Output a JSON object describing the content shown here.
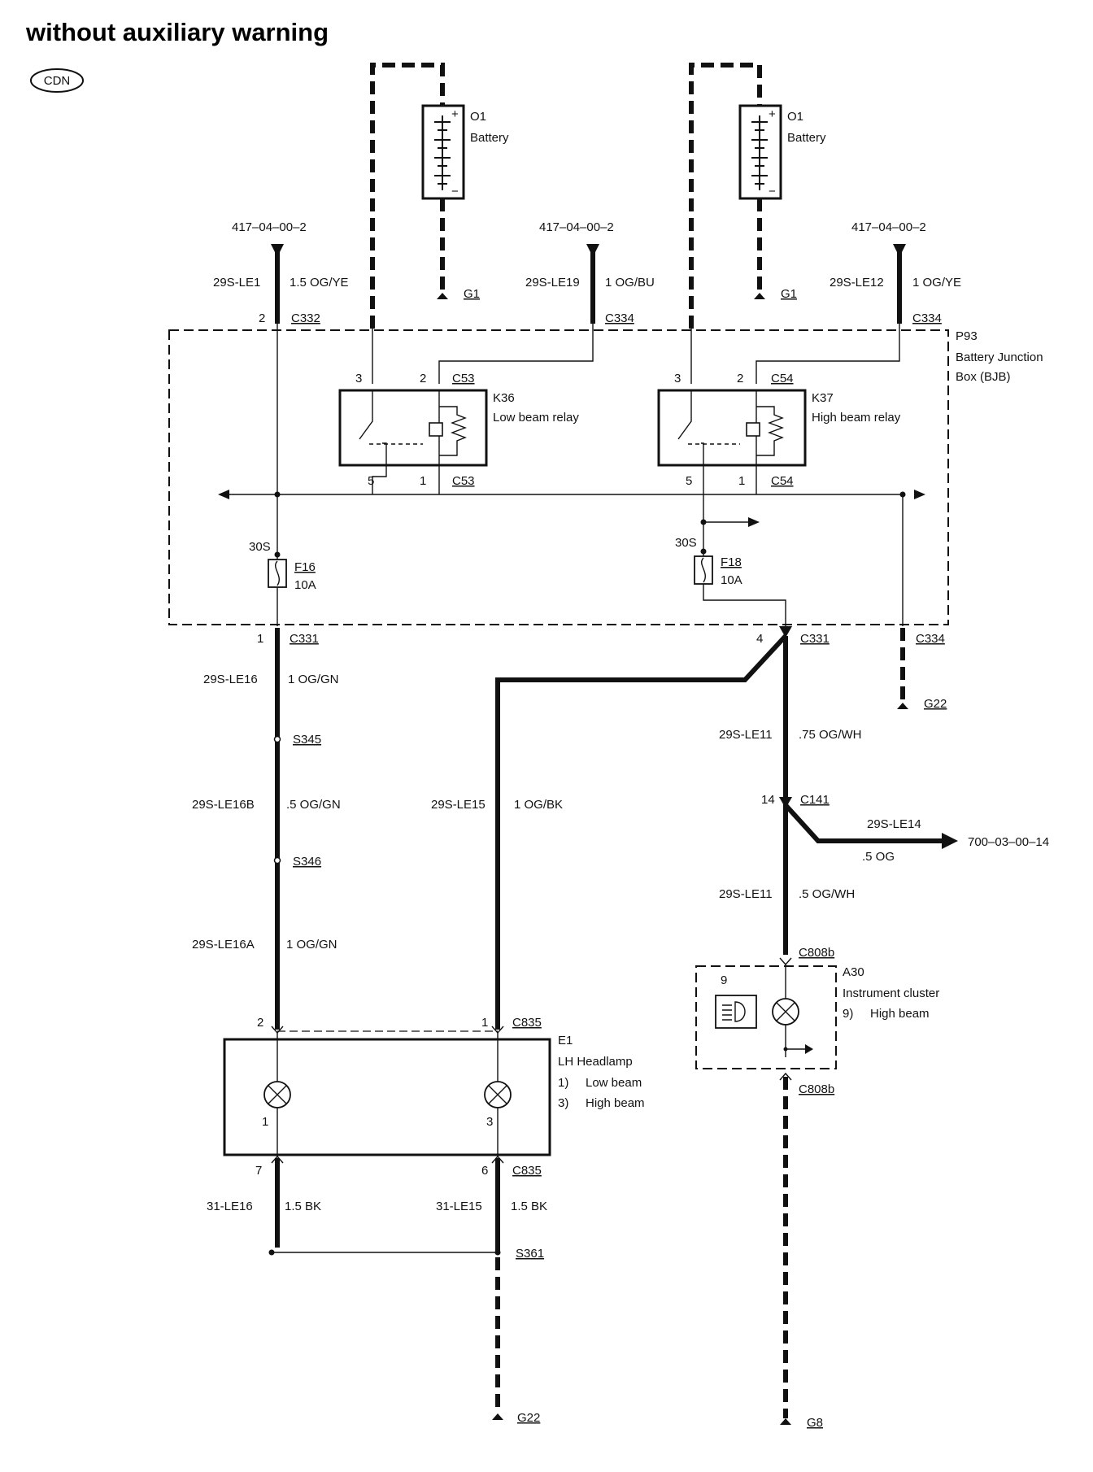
{
  "title": "without auxiliary warning",
  "badge": "CDN",
  "batteries": [
    {
      "ref": "O1",
      "name": "Battery",
      "ground": "G1"
    },
    {
      "ref": "O1",
      "name": "Battery",
      "ground": "G1"
    }
  ],
  "inputs": [
    {
      "ref": "417–04–00–2",
      "circuit": "29S-LE1",
      "wire": "1.5 OG/YE",
      "pin": "2",
      "connector": "C332"
    },
    {
      "ref": "417–04–00–2",
      "circuit": "29S-LE19",
      "wire": "1 OG/BU",
      "connector": "C334"
    },
    {
      "ref": "417–04–00–2",
      "circuit": "29S-LE12",
      "wire": "1 OG/YE",
      "connector": "C334"
    }
  ],
  "bjb": {
    "ref": "P93",
    "name_line1": "Battery Junction",
    "name_line2": "Box (BJB)"
  },
  "relays": [
    {
      "ref": "K36",
      "name": "Low beam relay",
      "connector": "C53",
      "pin_a": "3",
      "pin_b": "2",
      "pin_c": "5",
      "pin_d": "1"
    },
    {
      "ref": "K37",
      "name": "High beam relay",
      "connector": "C54",
      "pin_a": "3",
      "pin_b": "2",
      "pin_c": "5",
      "pin_d": "1"
    }
  ],
  "fuses": [
    {
      "ref": "F16",
      "rating": "10A",
      "node": "30S"
    },
    {
      "ref": "F18",
      "rating": "10A",
      "node": "30S"
    }
  ],
  "bjb_outputs": [
    {
      "pin": "1",
      "connector": "C331"
    },
    {
      "pin": "4",
      "connector": "C331"
    },
    {
      "connector": "C334",
      "ground": "G22"
    }
  ],
  "left_wires": [
    {
      "circuit": "29S-LE16",
      "wire": "1 OG/GN"
    },
    {
      "splice": "S345"
    },
    {
      "circuit": "29S-LE16B",
      "wire": ".5 OG/GN"
    },
    {
      "splice": "S346"
    },
    {
      "circuit": "29S-LE16A",
      "wire": "1 OG/GN"
    }
  ],
  "middle_wire": {
    "circuit": "29S-LE15",
    "wire": "1 OG/BK"
  },
  "right_wires": [
    {
      "circuit": "29S-LE11",
      "wire": ".75 OG/WH"
    },
    {
      "pin": "14",
      "connector": "C141"
    },
    {
      "circuit": "29S-LE14",
      "wire": ".5 OG",
      "ref": "700–03–00–14"
    },
    {
      "circuit": "29S-LE11",
      "wire": ".5 OG/WH"
    }
  ],
  "headlamp": {
    "ref": "E1",
    "name": "LH Headlamp",
    "item1_num": "1)",
    "item1": "Low beam",
    "item2_num": "3)",
    "item2": "High beam",
    "pin_top_left": "2",
    "pin_top_right": "1",
    "connector_top": "C835",
    "bulb_left": "1",
    "bulb_right": "3",
    "pin_bot_left": "7",
    "pin_bot_right": "6",
    "connector_bot": "C835"
  },
  "ground_wires": [
    {
      "circuit": "31-LE16",
      "wire": "1.5 BK"
    },
    {
      "circuit": "31-LE15",
      "wire": "1.5 BK"
    }
  ],
  "ground_splice": "S361",
  "grounds": {
    "left": "G22",
    "right": "G8"
  },
  "cluster": {
    "ref": "A30",
    "name": "Instrument cluster",
    "item_num": "9)",
    "item": "High beam",
    "icon_num": "9",
    "connector_top": "C808b",
    "connector_bot": "C808b"
  }
}
